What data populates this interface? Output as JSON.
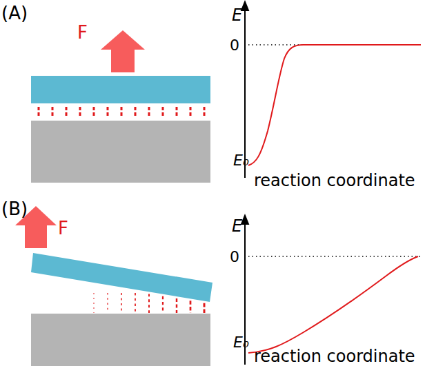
{
  "diagram": {
    "labels": [
      "(A)",
      "F",
      "E",
      "0",
      "E₀",
      "reaction coordinate",
      "(B)",
      "F",
      "E",
      "0",
      "E₀",
      "reaction coordinate"
    ]
  }
}
